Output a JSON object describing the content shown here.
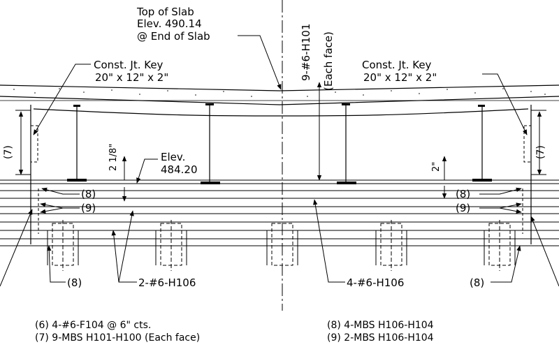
{
  "callouts": {
    "top_of_slab": [
      "Top of Slab",
      "Elev. 490.14",
      "@ End of Slab"
    ],
    "key_left": [
      "Const. Jt. Key",
      "20\" x 12\" x 2\""
    ],
    "key_right": [
      "Const. Jt. Key",
      "20\" x 12\" x 2\""
    ],
    "bars_h101": [
      "9-#6-H101",
      "(Each face)"
    ],
    "elev_beam": [
      "Elev.",
      "484.20"
    ],
    "dim_2_1_8": "2 1/8\"",
    "dim_2": "2\"",
    "mark_7_left": "(7)",
    "mark_7_right": "(7)",
    "mark_8_left": "(8)",
    "mark_8_right": "(8)",
    "mark_9_left": "(9)",
    "mark_9_right": "(9)",
    "mark_8_bottom_left": "(8)",
    "mark_8_bottom_right": "(8)",
    "bars_h106_left": "2-#6-H106",
    "bars_h106_right": "4-#6-H106"
  },
  "legend": {
    "left": [
      "(6) 4-#6-F104 @ 6\" cts.",
      "(7) 9-MBS H101-H100 (Each face)"
    ],
    "right": [
      "(8) 4-MBS H106-H104",
      "(9) 2-MBS H106-H104"
    ]
  }
}
